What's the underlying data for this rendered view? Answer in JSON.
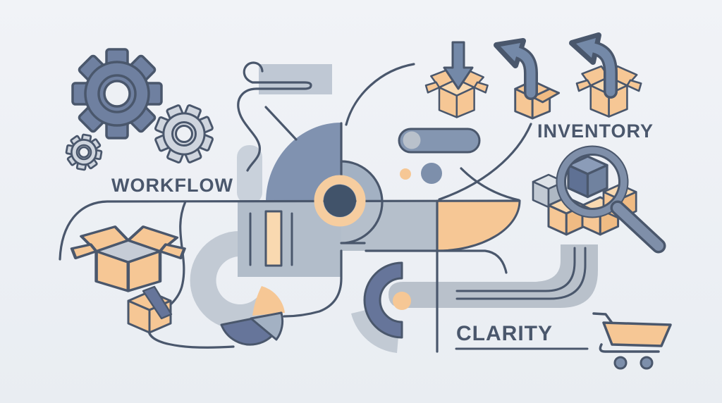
{
  "illustration": {
    "labels": {
      "workflow": "WORKFLOW",
      "inventory": "INVENTORY",
      "clarity": "CLARITY"
    },
    "icons": [
      "gear-icon",
      "open-box-icon",
      "sealed-box-icon",
      "box-inbound-arrow-icon",
      "box-outbound-arrow-icon",
      "magnifier-over-cubes-icon",
      "shopping-cart-icon",
      "pie-chart-icon",
      "toggle-pill-icon"
    ],
    "palette": {
      "background": "#edf0f4",
      "ink": "#4a576c",
      "orange": "#f6c795",
      "orange_pale": "#f9d9b0",
      "orange_deep": "#f0bb83",
      "ring_orange": "#f6cd9f",
      "slate": "#8092b0",
      "slate_dark": "#66759a",
      "slate_mid": "#7d8fab",
      "slate_light": "#a3b1c3",
      "navy": "#41536a",
      "light_gray_blue": "#b9c1cb",
      "pale_gray": "#c9d1db",
      "rect_gray": "#b2bdca",
      "strip_gray": "#b5bfcb",
      "rect_top": "#bfc8d4",
      "gear_light": "#cfd5de",
      "gear_big": "#6f80a0",
      "arrow_slate": "#7489a8",
      "pill": "#8496b1",
      "ring_gray": "#7f8fa9",
      "cube_gray": "#c2cad4",
      "box_interior_gray": "#c6ccd6",
      "c_arc_light": "#c2cad4"
    }
  }
}
